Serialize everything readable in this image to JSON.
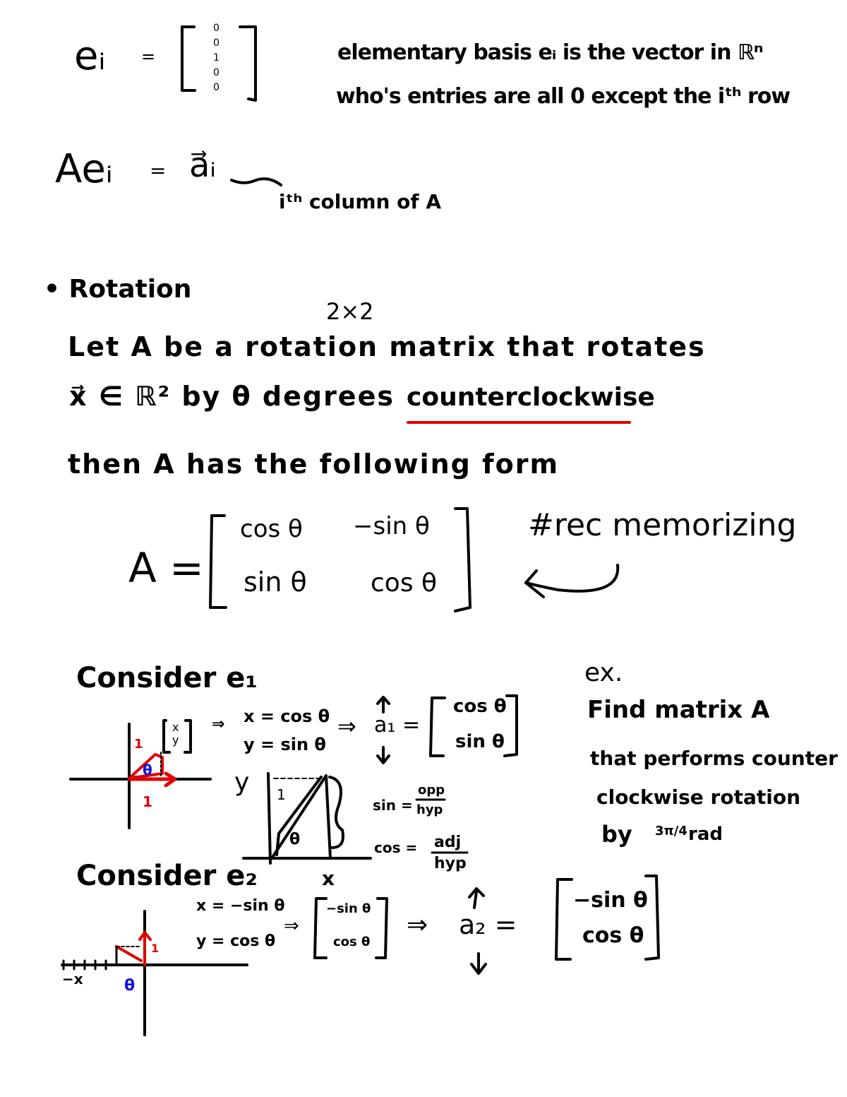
{
  "definition": {
    "ei_label": "eᵢ",
    "equals": "=",
    "ei_vector_entries": [
      "0",
      "0",
      "1",
      "0",
      "0"
    ],
    "note_line1": "elementary basis eᵢ is the vector in ℝⁿ",
    "note_line2": "who's entries are all 0 except the iᵗʰ row",
    "aei_lhs": "Aeᵢ",
    "aei_rhs": "a⃗ᵢ",
    "column_note": "iᵗʰ column of A"
  },
  "rotation": {
    "bullet_heading": "• Rotation",
    "size": "2×2",
    "line1": "Let A be a rotation matrix that rotates",
    "line2_start": "x⃗ ∈ ℝ² by θ degrees",
    "line2_underlined": "counterclockwise",
    "underline_color": "#e00000",
    "line3": "then A has the following form",
    "matrix_lhs": "A =",
    "matrix": [
      [
        "cos θ",
        "−sin θ"
      ],
      [
        "sin θ",
        "cos θ"
      ]
    ],
    "memo_note": "#rec memorizing"
  },
  "consider_e1": {
    "heading": "Consider e₁",
    "vec_label": [
      "x",
      "y"
    ],
    "arrow": "⇒",
    "x_eq": "x = cos θ",
    "y_eq": "y = sin θ",
    "implies": "⇒",
    "a1": "a₁ =",
    "result": [
      "cos θ",
      "sin θ"
    ],
    "red_label_top": "1",
    "red_label_bottom": "1",
    "theta_blue": "θ",
    "triangle_y": "y",
    "triangle_x": "x",
    "triangle_hyp": "1",
    "triangle_theta": "θ",
    "sin_def": {
      "lhs": "sin =",
      "num": "opp",
      "den": "hyp"
    },
    "cos_def": {
      "lhs": "cos =",
      "num": "adj",
      "den": "hyp"
    }
  },
  "example": {
    "label": "ex.",
    "line1": "Find matrix A",
    "line2": "that performs counter",
    "line3": "clockwise rotation",
    "line4_by": "by",
    "angle": "3π/4",
    "unit": "rad"
  },
  "consider_e2": {
    "heading": "Consider e₂",
    "x_eq": "x = −sin θ",
    "y_eq": "y = cos θ",
    "arrow": "⇒",
    "vec": [
      "−sin θ",
      "cos θ"
    ],
    "implies": "⇒",
    "a2": "a₂ =",
    "result": [
      "−sin θ",
      "cos θ"
    ],
    "neg_x_label": "−x",
    "theta_blue": "θ",
    "red_label": "1"
  },
  "colors": {
    "ink": "#000000",
    "red": "#e00000",
    "blue": "#1010e0"
  }
}
